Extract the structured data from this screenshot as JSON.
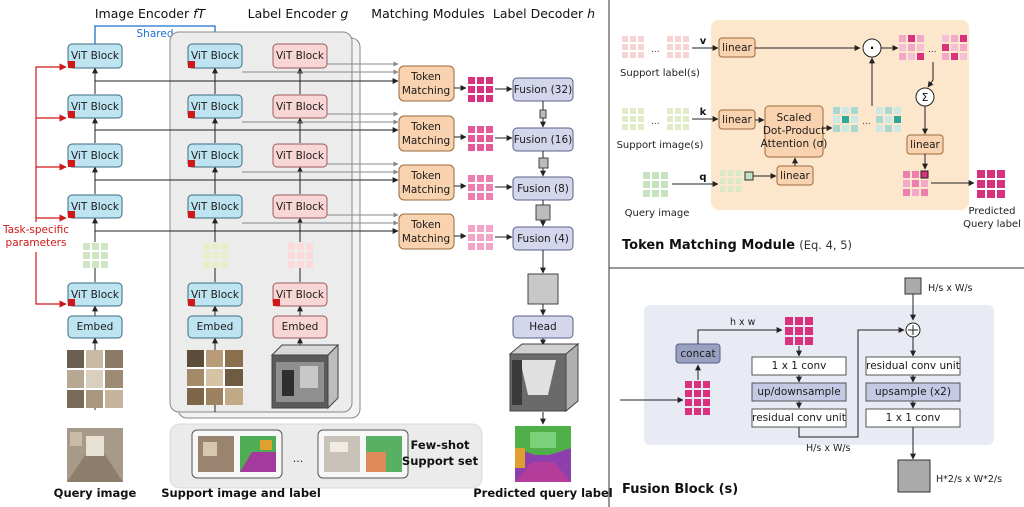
{
  "left": {
    "headers": {
      "image_encoder": "Image Encoder",
      "image_encoder_sym": "fT",
      "label_encoder": "Label Encoder",
      "label_encoder_sym": "g",
      "matching": "Matching Modules",
      "label_decoder": "Label Decoder",
      "label_decoder_sym": "h"
    },
    "shared": "Shared",
    "vit_block": "ViT Block",
    "embed": "Embed",
    "token_matching_1": "Token",
    "token_matching_2": "Matching",
    "fusion": [
      "Fusion (32)",
      "Fusion (16)",
      "Fusion (8)",
      "Fusion (4)"
    ],
    "head": "Head",
    "task_specific_1": "Task-specific",
    "task_specific_2": "parameters",
    "dots": "...",
    "few_shot_1": "Few-shot",
    "few_shot_2": "Support set",
    "captions": {
      "query": "Query image",
      "support": "Support image and label",
      "predicted": "Predicted query label"
    }
  },
  "tmm": {
    "support_label": "Support label(s)",
    "support_image": "Support image(s)",
    "query_image": "Query image",
    "v": "v",
    "k": "k",
    "q": "q",
    "linear": "linear",
    "sdpa_1": "Scaled",
    "sdpa_2": "Dot-Product",
    "sdpa_3": "Attention (σ)",
    "dot": "·",
    "sigma": "Σ",
    "predicted_1": "Predicted",
    "predicted_2": "Query label",
    "dots": "...",
    "title": "Token Matching Module",
    "title_ref": "(Eq. 4, 5)"
  },
  "fusion": {
    "top_dim": "H/s x W/s",
    "hw": "h x w",
    "concat": "concat",
    "conv1_left": "1 x 1 conv",
    "updown": "up/downsample",
    "res_left": "residual conv unit",
    "bottom_dim": "H/s x W/s",
    "res_right": "residual conv unit",
    "upsample": "upsample (x2)",
    "conv1_right": "1 x 1 conv",
    "out_dim": "H*2/s x W*2/s",
    "plus": "⊕",
    "title": "Fusion Block (s)"
  },
  "colors": {
    "vit_blue": "#bfe4f1",
    "vit_pink": "#f9d6d6",
    "token_orange": "#f9d3b0",
    "fusion_lavender": "#d4d6ec",
    "tmm_bg": "#fce6cc",
    "fusion_bg": "#e8eaf4",
    "magenta": "#d9317e",
    "red": "#d01818",
    "shared_blue": "#1f6fd0"
  }
}
